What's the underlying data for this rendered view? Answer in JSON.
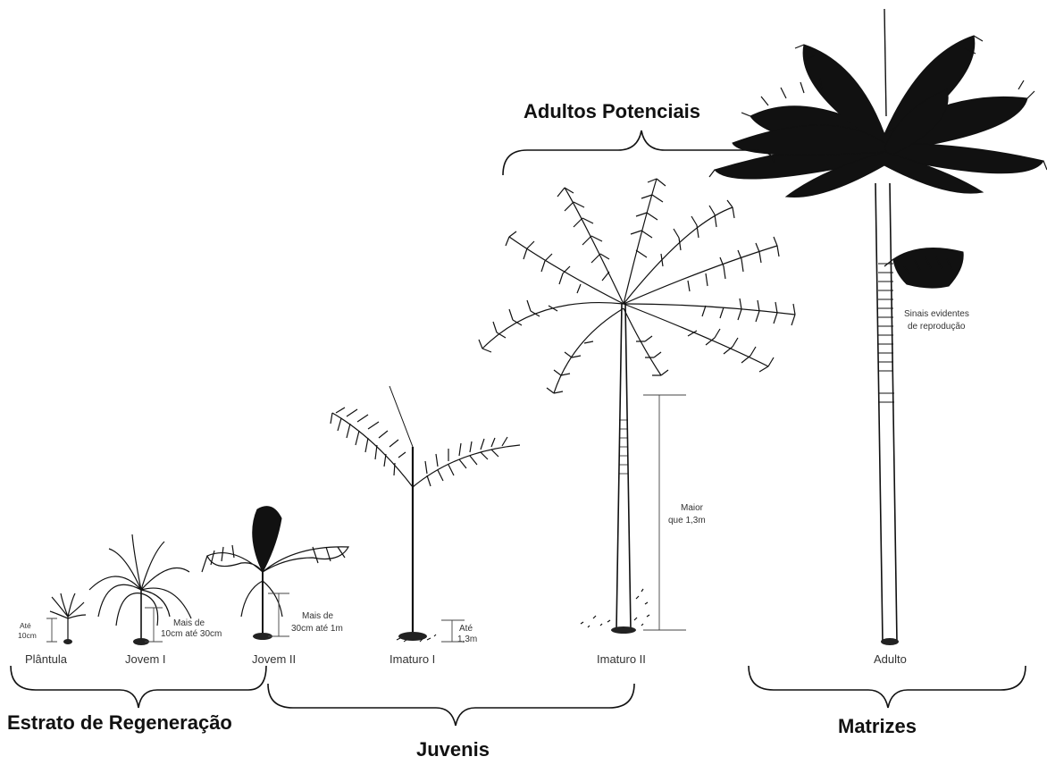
{
  "groups": {
    "adultos_potenciais": "Adultos Potenciais",
    "estrato_regeneracao": "Estrato de Regeneração",
    "juvenis": "Juvenis",
    "matrizes": "Matrizes"
  },
  "stages": {
    "plantula": "Plântula",
    "jovem_1": "Jovem I",
    "jovem_2": "Jovem II",
    "imaturo_1": "Imaturo I",
    "imaturo_2": "Imaturo II",
    "adulto": "Adulto"
  },
  "notes": {
    "plantula_h1": "Até",
    "plantula_h2": "10cm",
    "jovem1_h1": "Mais de",
    "jovem1_h2": "10cm até 30cm",
    "jovem2_h1": "Mais de",
    "jovem2_h2": "30cm até 1m",
    "imaturo1_h1": "Até",
    "imaturo1_h2": "1,3m",
    "imaturo2_h1": "Maior",
    "imaturo2_h2": "que 1,3m",
    "adulto_h1": "Sinais evidentes",
    "adulto_h2": "de reprodução"
  },
  "colors": {
    "ink": "#111111",
    "background": "#ffffff"
  }
}
